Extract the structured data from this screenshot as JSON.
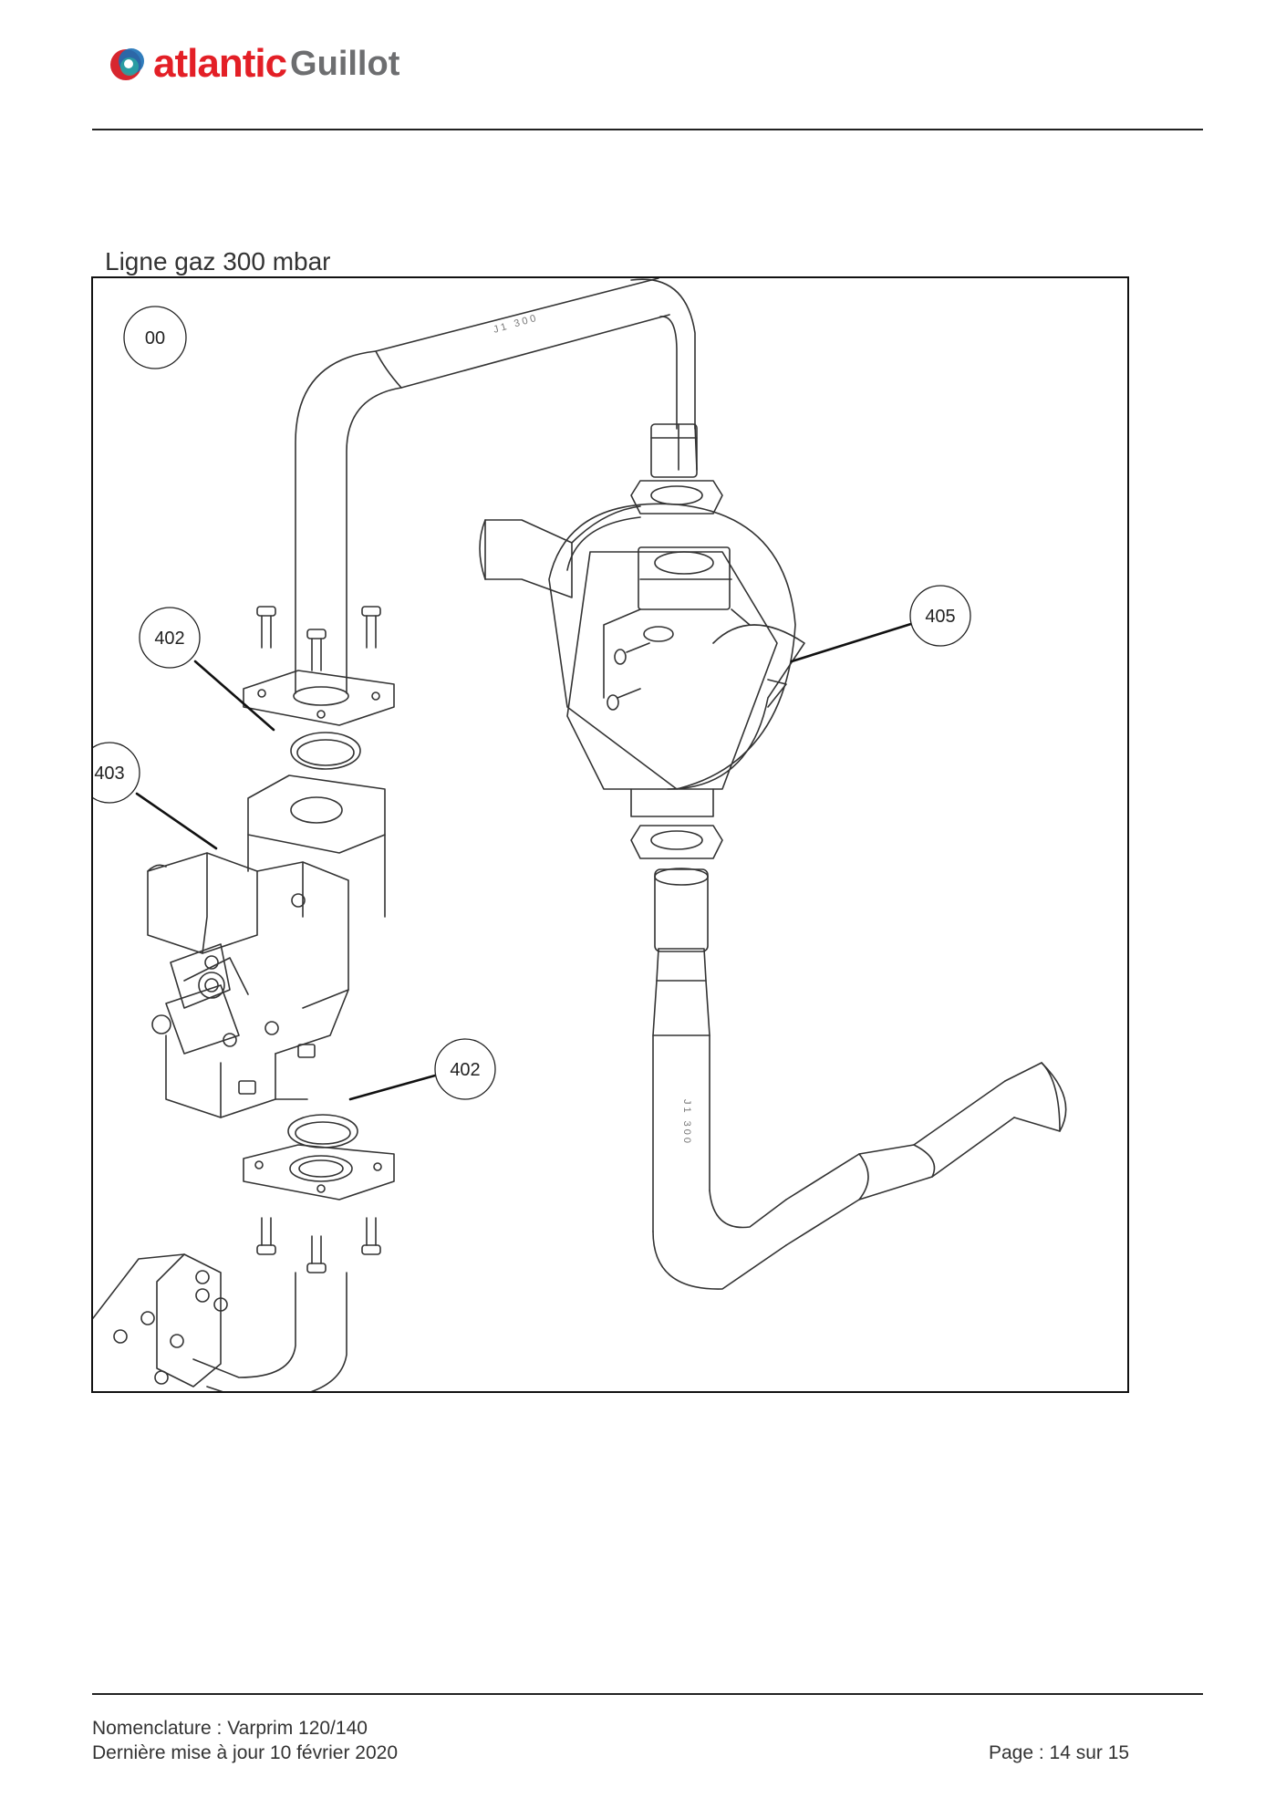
{
  "header": {
    "brand_primary": "atlantic",
    "brand_secondary": "Guillot"
  },
  "figure": {
    "title": "Ligne gaz 300 mbar",
    "callouts": {
      "c00": "00",
      "c402a": "402",
      "c403": "403",
      "c402b": "402",
      "c405": "405"
    },
    "pipe_labels": {
      "top": "J1 300",
      "right": "J1 300"
    }
  },
  "footer": {
    "line1": "Nomenclature : Varprim 120/140",
    "line2": "Dernière mise à jour 10 février 2020",
    "page": "Page : 14 sur 15"
  },
  "colors": {
    "brand_red": "#d7262f",
    "brand_blue": "#1a6fb5",
    "brand_teal": "#2aa6a2",
    "brand_dark": "#e31f26",
    "brand_grey": "#6d6e70"
  }
}
